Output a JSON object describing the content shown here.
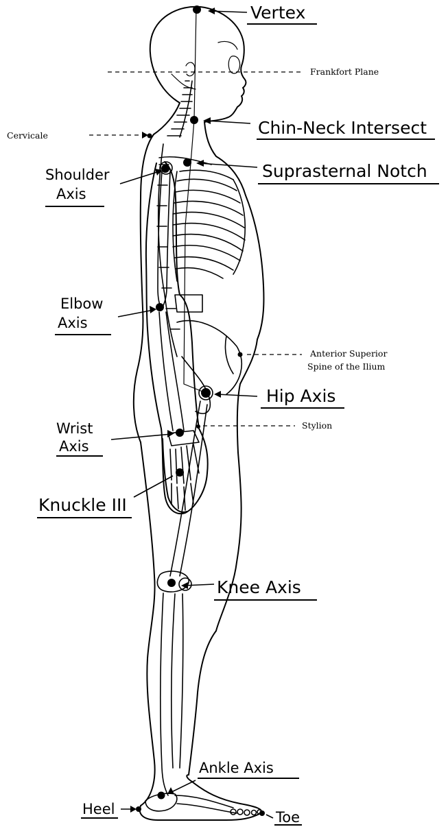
{
  "labels": {
    "vertex": "Vertex",
    "frankfort_plane": "Frankfort Plane",
    "cervicale": "Cervicale",
    "chin_neck_intersect": "Chin-Neck Intersect",
    "shoulder_axis_line1": "Shoulder",
    "shoulder_axis_line2": "Axis",
    "suprasternal_notch": "Suprasternal Notch",
    "elbow_axis_line1": "Elbow",
    "elbow_axis_line2": "Axis",
    "anterior_superior_line1": "Anterior Superior",
    "anterior_superior_line2": "Spine of the Ilium",
    "hip_axis": "Hip Axis",
    "stylion": "Stylion",
    "wrist_axis_line1": "Wrist",
    "wrist_axis_line2": "Axis",
    "knuckle_iii": "Knuckle III",
    "knee_axis": "Knee Axis",
    "ankle_axis": "Ankle Axis",
    "heel": "Heel",
    "toe": "Toe"
  }
}
